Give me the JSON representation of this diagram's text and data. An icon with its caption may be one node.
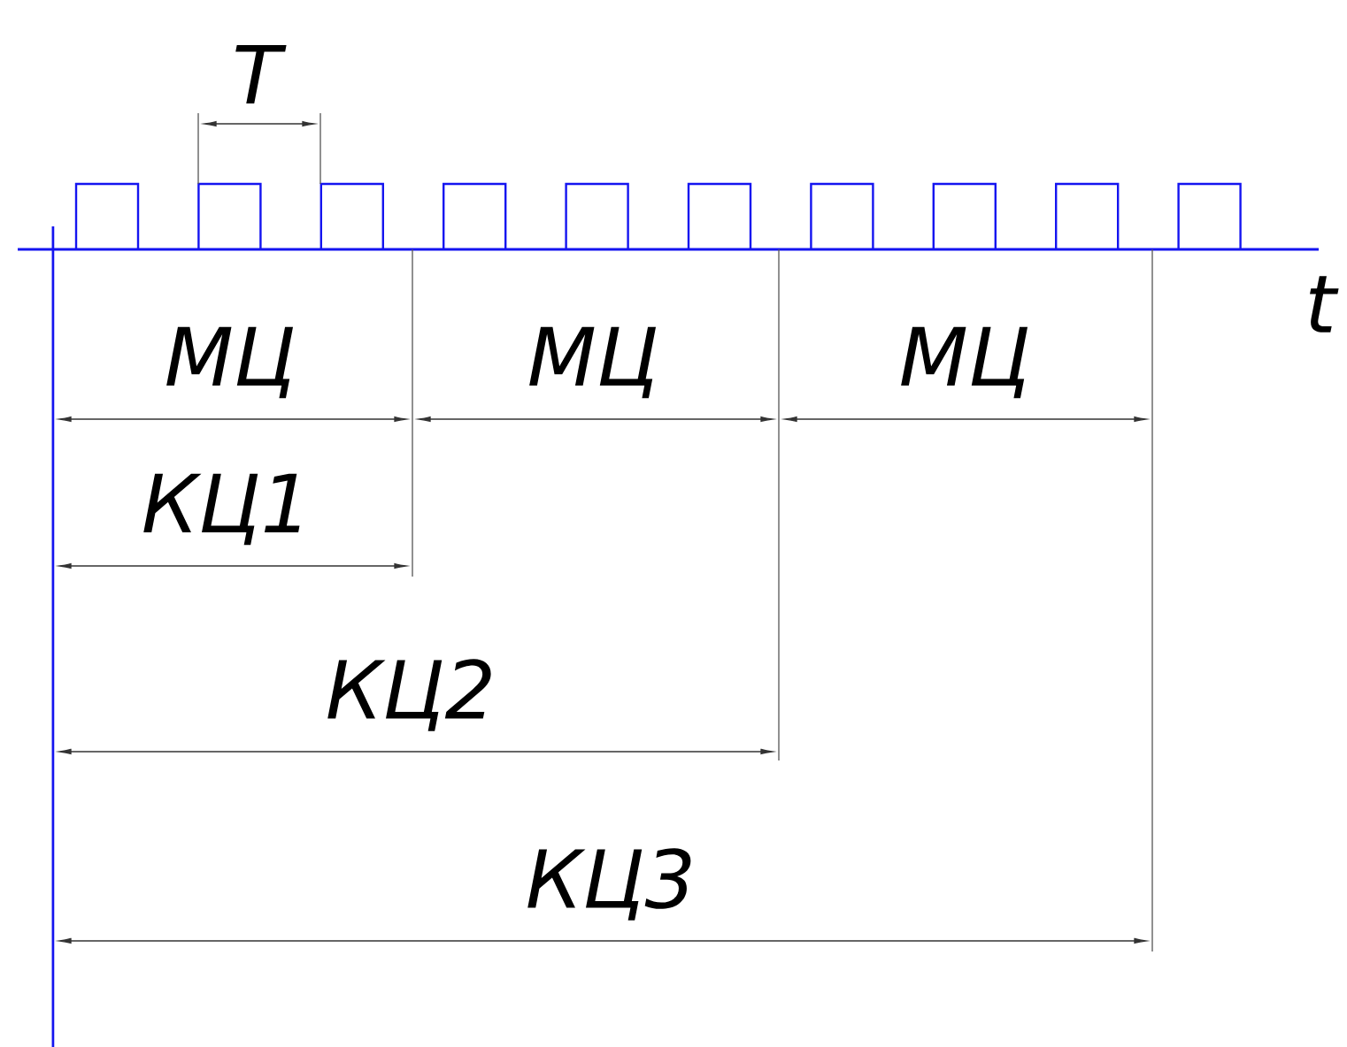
{
  "diagram": {
    "labels": [
      "T",
      "t",
      "МЦ",
      "МЦ",
      "МЦ",
      "КЦ1",
      "КЦ2",
      "КЦ3"
    ]
  }
}
